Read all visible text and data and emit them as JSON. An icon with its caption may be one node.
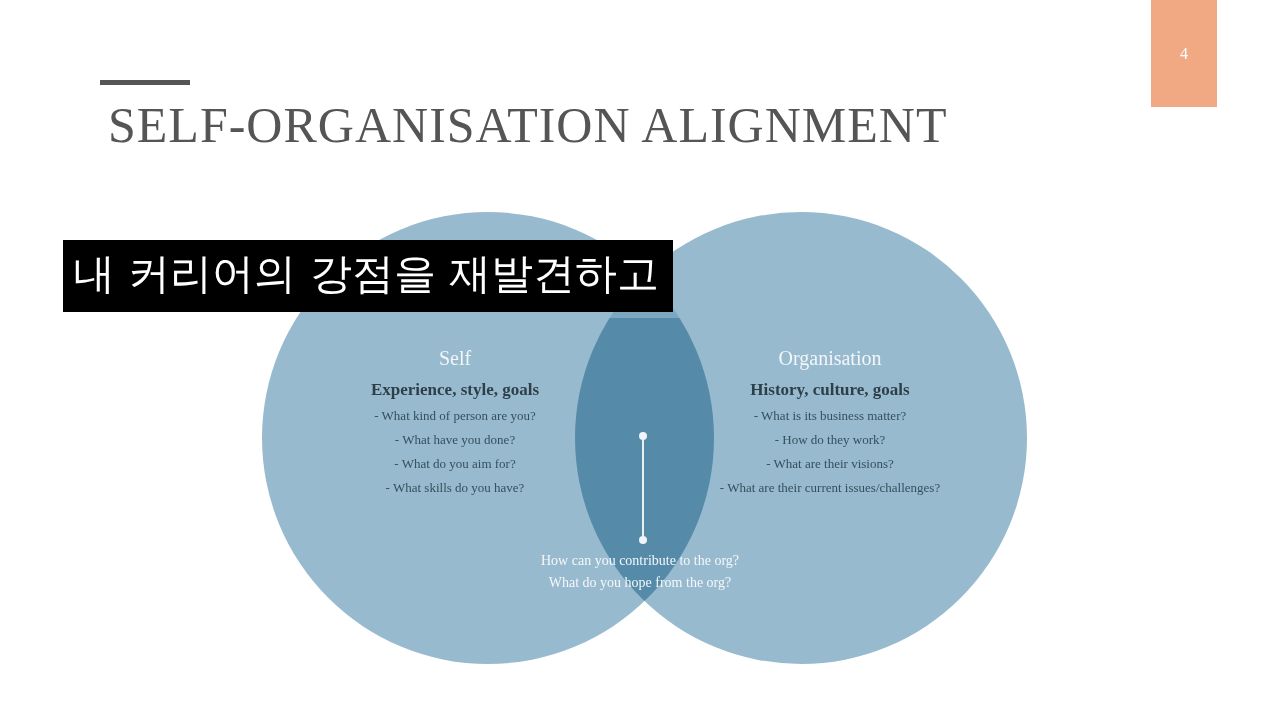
{
  "diagram": {
    "title": "SELF-ORGANISATION ALIGNMENT",
    "nodes": [
      {
        "text": [
          "Self",
          "Experience, style, goals",
          "- What kind of person are you?",
          "- What have you done?",
          "- What do you aim for?",
          "- What skills do you have?"
        ]
      },
      {
        "text": [
          "Organisation",
          "History, culture, goals",
          "- What is its business matter?",
          "- How do they work?",
          "- What are their visions?",
          "- What are their current issues/challenges?"
        ]
      },
      {
        "text": [
          "How can you contribute to the org?",
          "What do you hope from the org?"
        ]
      }
    ],
    "edges": [],
    "labels": [
      "4",
      "내 커리어의 강점을 재발견하고"
    ]
  }
}
